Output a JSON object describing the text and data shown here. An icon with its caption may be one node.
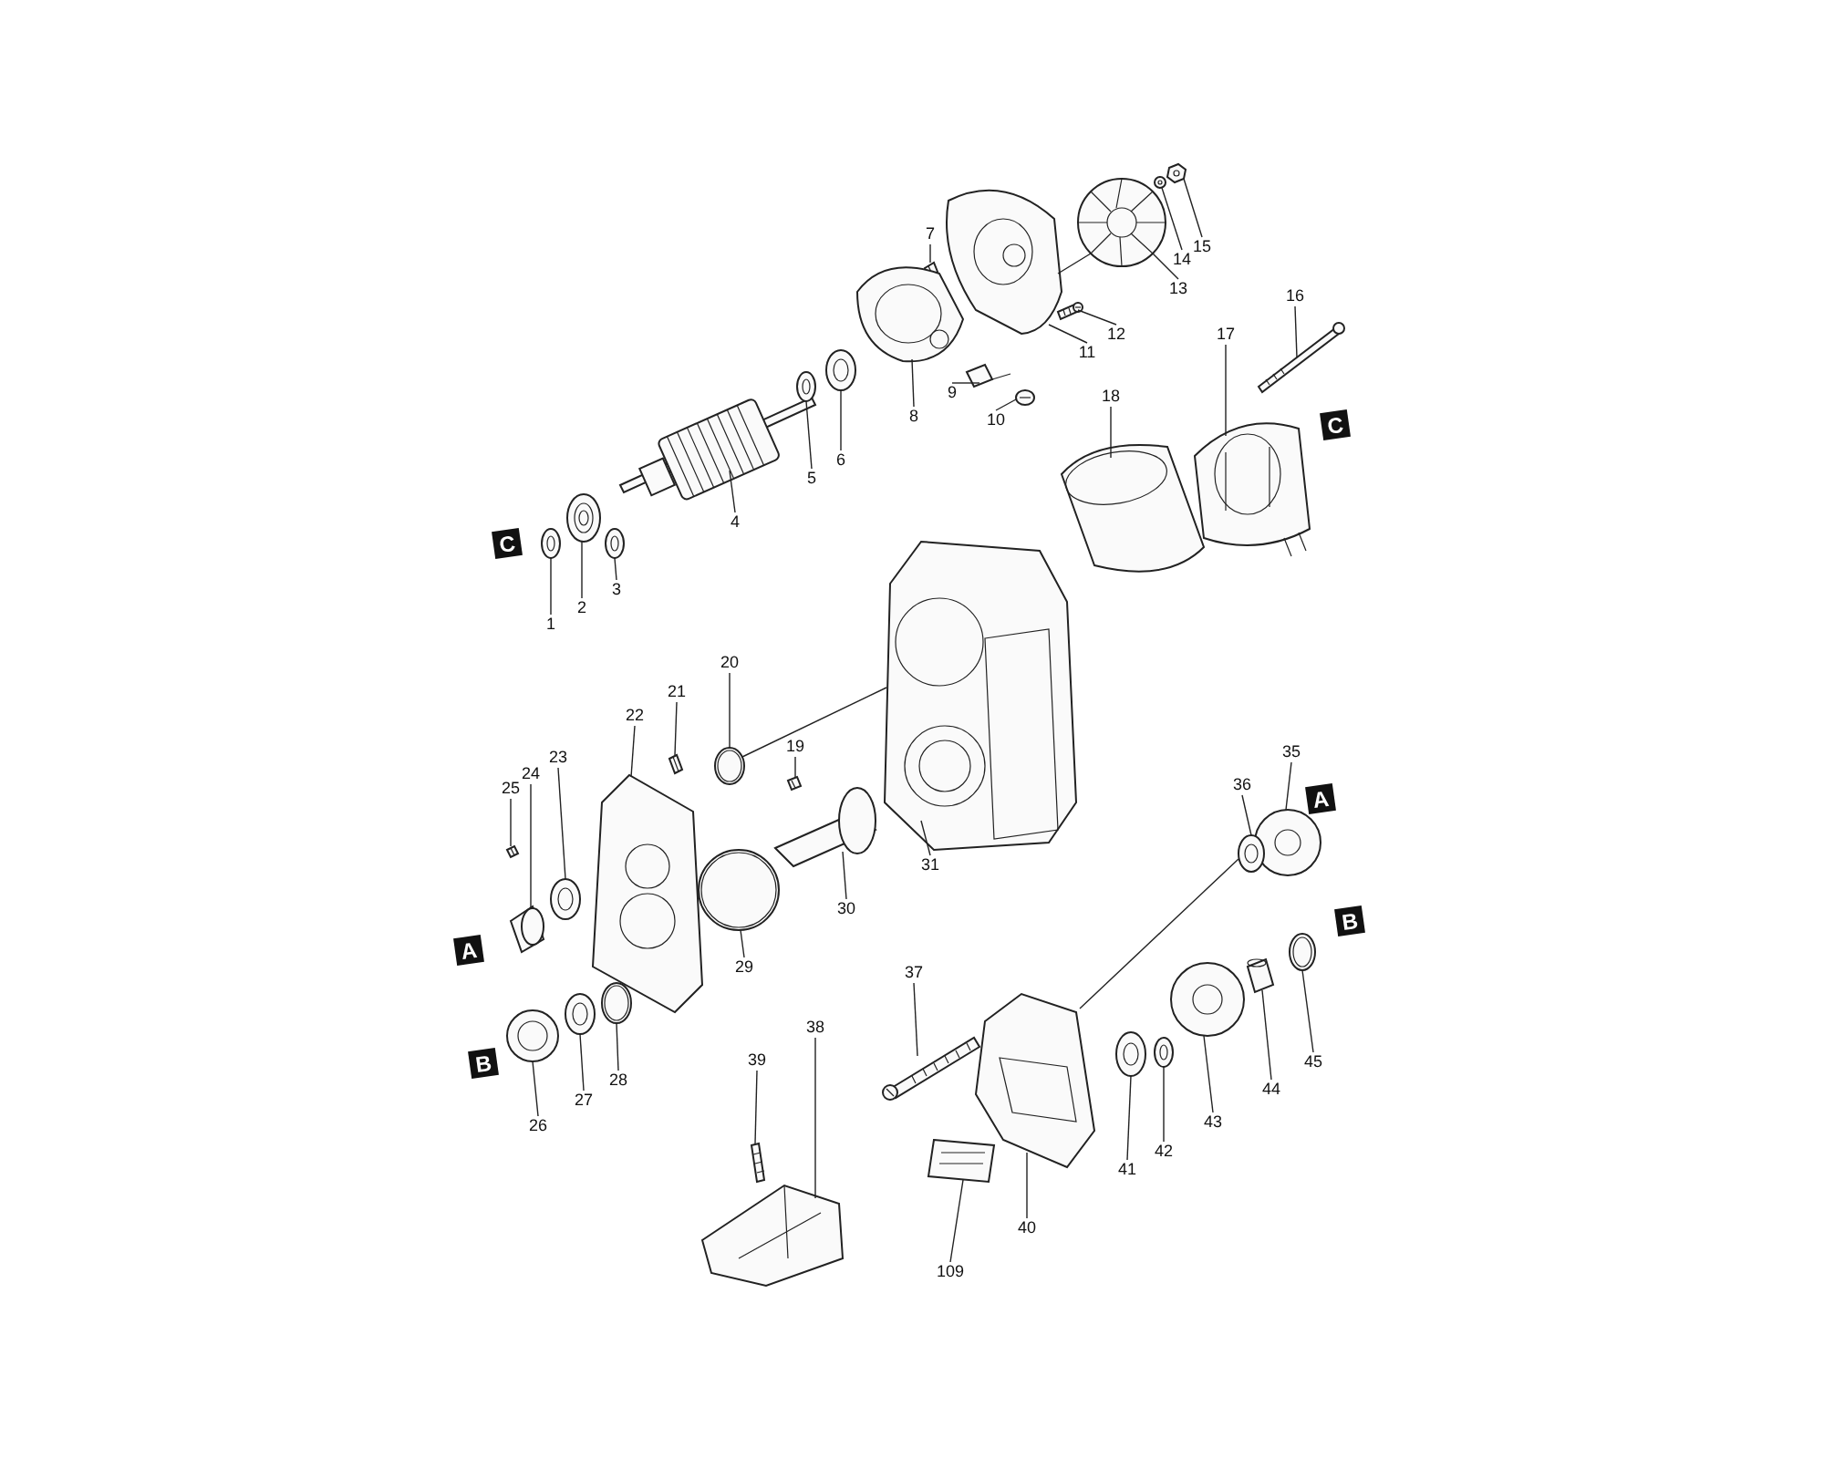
{
  "diagram": {
    "nodes": [
      {
        "text": [
          "1"
        ]
      },
      {
        "text": [
          "2"
        ]
      },
      {
        "text": [
          "3"
        ]
      },
      {
        "text": [
          "4"
        ]
      },
      {
        "text": [
          "5"
        ]
      },
      {
        "text": [
          "6"
        ]
      },
      {
        "text": [
          "7"
        ]
      },
      {
        "text": [
          "8"
        ]
      },
      {
        "text": [
          "9"
        ]
      },
      {
        "text": [
          "10"
        ]
      },
      {
        "text": [
          "11"
        ]
      },
      {
        "text": [
          "12"
        ]
      },
      {
        "text": [
          "13"
        ]
      },
      {
        "text": [
          "14"
        ]
      },
      {
        "text": [
          "15"
        ]
      },
      {
        "text": [
          "16"
        ]
      },
      {
        "text": [
          "17"
        ]
      },
      {
        "text": [
          "18"
        ]
      },
      {
        "text": [
          "19"
        ]
      },
      {
        "text": [
          "20"
        ]
      },
      {
        "text": [
          "21"
        ]
      },
      {
        "text": [
          "22"
        ]
      },
      {
        "text": [
          "23"
        ]
      },
      {
        "text": [
          "24"
        ]
      },
      {
        "text": [
          "25"
        ]
      },
      {
        "text": [
          "26"
        ]
      },
      {
        "text": [
          "27"
        ]
      },
      {
        "text": [
          "28"
        ]
      },
      {
        "text": [
          "29"
        ]
      },
      {
        "text": [
          "30"
        ]
      },
      {
        "text": [
          "31"
        ]
      },
      {
        "text": [
          "35"
        ]
      },
      {
        "text": [
          "36"
        ]
      },
      {
        "text": [
          "37"
        ]
      },
      {
        "text": [
          "38"
        ]
      },
      {
        "text": [
          "39"
        ]
      },
      {
        "text": [
          "40"
        ]
      },
      {
        "text": [
          "41"
        ]
      },
      {
        "text": [
          "42"
        ]
      },
      {
        "text": [
          "43"
        ]
      },
      {
        "text": [
          "44"
        ]
      },
      {
        "text": [
          "45"
        ]
      },
      {
        "text": [
          "109"
        ]
      },
      {
        "text": [],
        "shape": "picture"
      },
      {
        "text": [],
        "shape": "picture"
      },
      {
        "text": [],
        "shape": "picture"
      },
      {
        "text": [],
        "shape": "picture"
      },
      {
        "text": [],
        "shape": "picture"
      },
      {
        "text": [],
        "shape": "picture"
      },
      {
        "text": [],
        "shape": "picture"
      },
      {
        "text": [],
        "shape": "picture"
      },
      {
        "text": [],
        "shape": "picture"
      },
      {
        "text": [],
        "shape": "picture"
      },
      {
        "text": [],
        "shape": "picture"
      },
      {
        "text": [],
        "shape": "picture"
      },
      {
        "text": [],
        "shape": "picture"
      },
      {
        "text": [],
        "shape": "picture"
      },
      {
        "text": [],
        "shape": "picture"
      },
      {
        "text": [],
        "shape": "picture"
      },
      {
        "text": [],
        "shape": "picture"
      },
      {
        "text": [],
        "shape": "picture"
      },
      {
        "text": [],
        "shape": "picture"
      },
      {
        "text": [],
        "shape": "picture"
      },
      {
        "text": [],
        "shape": "picture"
      },
      {
        "text": [],
        "shape": "picture"
      },
      {
        "text": [],
        "shape": "picture"
      },
      {
        "text": [],
        "shape": "picture"
      },
      {
        "text": [],
        "shape": "picture"
      },
      {
        "text": [],
        "shape": "picture"
      },
      {
        "text": [],
        "shape": "picture"
      },
      {
        "text": [],
        "shape": "picture"
      },
      {
        "text": [],
        "shape": "picture"
      },
      {
        "text": [],
        "shape": "picture"
      },
      {
        "text": [],
        "shape": "picture"
      },
      {
        "text": [],
        "shape": "picture"
      },
      {
        "text": [],
        "shape": "picture"
      },
      {
        "text": [],
        "shape": "picture"
      },
      {
        "text": [],
        "shape": "picture"
      },
      {
        "text": [],
        "shape": "picture"
      },
      {
        "text": [],
        "shape": "picture"
      },
      {
        "text": [],
        "shape": "picture"
      },
      {
        "text": [],
        "shape": "picture"
      },
      {
        "text": [],
        "shape": "picture"
      },
      {
        "text": [],
        "shape": "picture"
      },
      {
        "text": [],
        "shape": "picture"
      },
      {
        "text": [],
        "shape": "picture"
      }
    ],
    "edges": [
      {
        "from": 0,
        "to": 43,
        "arrow": "none"
      },
      {
        "from": 1,
        "to": 44,
        "arrow": "none"
      },
      {
        "from": 2,
        "to": 45,
        "arrow": "none"
      },
      {
        "from": 3,
        "to": 46,
        "arrow": "none"
      },
      {
        "from": 4,
        "to": 47,
        "arrow": "none"
      },
      {
        "from": 5,
        "to": 48,
        "arrow": "none"
      },
      {
        "from": 6,
        "to": 49,
        "arrow": "none"
      },
      {
        "from": 7,
        "to": 50,
        "arrow": "none"
      },
      {
        "from": 8,
        "to": 51,
        "arrow": "none"
      },
      {
        "from": 9,
        "to": 52,
        "arrow": "none"
      },
      {
        "from": 10,
        "to": 53,
        "arrow": "none"
      },
      {
        "from": 11,
        "to": 54,
        "arrow": "none"
      },
      {
        "from": 12,
        "to": 55,
        "arrow": "none"
      },
      {
        "from": 13,
        "to": 56,
        "arrow": "none"
      },
      {
        "from": 14,
        "to": 57,
        "arrow": "none"
      },
      {
        "from": 15,
        "to": 58,
        "arrow": "none"
      },
      {
        "from": 16,
        "to": 59,
        "arrow": "none"
      },
      {
        "from": 17,
        "to": 60,
        "arrow": "none"
      },
      {
        "from": 18,
        "to": 61,
        "arrow": "none"
      },
      {
        "from": 19,
        "to": 62,
        "arrow": "none"
      },
      {
        "from": 20,
        "to": 63,
        "arrow": "none"
      },
      {
        "from": 21,
        "to": 64,
        "arrow": "none"
      },
      {
        "from": 22,
        "to": 65,
        "arrow": "none"
      },
      {
        "from": 23,
        "to": 66,
        "arrow": "none"
      },
      {
        "from": 24,
        "to": 67,
        "arrow": "none"
      },
      {
        "from": 25,
        "to": 68,
        "arrow": "none"
      },
      {
        "from": 26,
        "to": 69,
        "arrow": "none"
      },
      {
        "from": 27,
        "to": 70,
        "arrow": "none"
      },
      {
        "from": 28,
        "to": 71,
        "arrow": "none"
      },
      {
        "from": 29,
        "to": 72,
        "arrow": "none"
      },
      {
        "from": 30,
        "to": 73,
        "arrow": "none"
      },
      {
        "from": 31,
        "to": 74,
        "arrow": "none"
      },
      {
        "from": 32,
        "to": 75,
        "arrow": "none"
      },
      {
        "from": 33,
        "to": 76,
        "arrow": "none"
      },
      {
        "from": 34,
        "to": 77,
        "arrow": "none"
      },
      {
        "from": 35,
        "to": 78,
        "arrow": "none"
      },
      {
        "from": 36,
        "to": 79,
        "arrow": "none"
      },
      {
        "from": 37,
        "to": 80,
        "arrow": "none"
      },
      {
        "from": 38,
        "to": 81,
        "arrow": "none"
      },
      {
        "from": 39,
        "to": 82,
        "arrow": "none"
      },
      {
        "from": 40,
        "to": 83,
        "arrow": "none"
      },
      {
        "from": 41,
        "to": 84,
        "arrow": "none"
      },
      {
        "from": 42,
        "to": 85,
        "arrow": "none"
      },
      {
        "from": 62,
        "to": 73,
        "arrow": "none"
      },
      {
        "from": 53,
        "to": 55,
        "arrow": "none"
      },
      {
        "from": 75,
        "to": 79,
        "arrow": "none"
      }
    ],
    "labels": [
      "C",
      "C",
      "A",
      "B",
      "A",
      "B"
    ]
  }
}
